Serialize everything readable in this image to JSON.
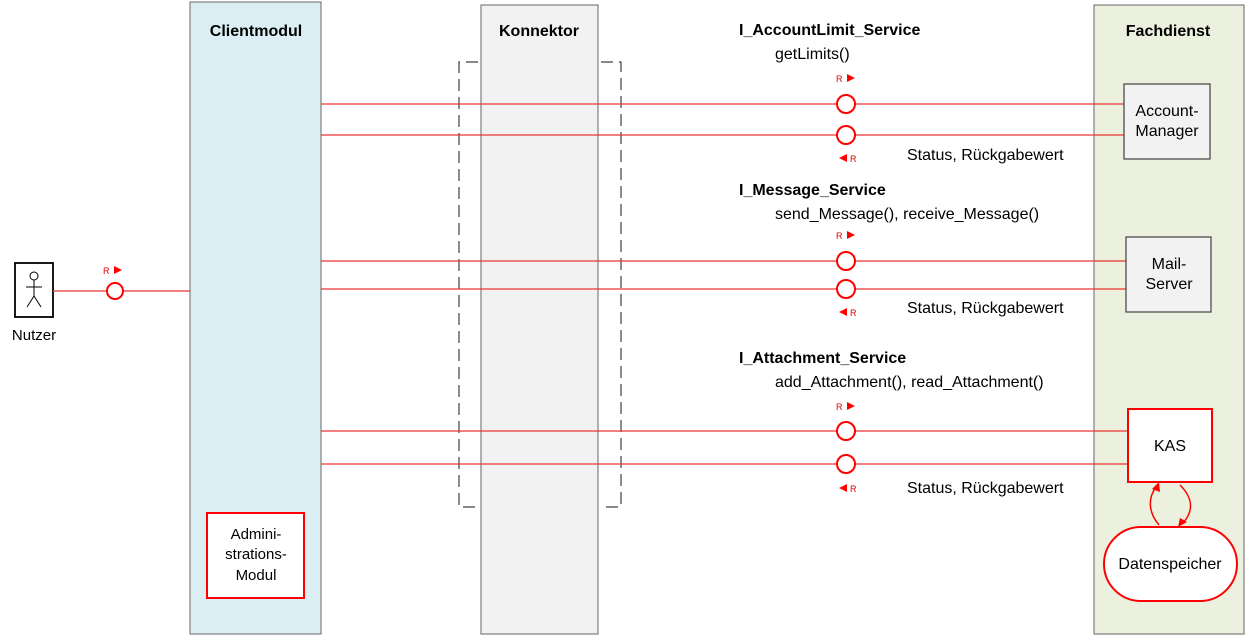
{
  "columns": {
    "clientmodul": "Clientmodul",
    "konnektor": "Konnektor",
    "fachdienst": "Fachdienst"
  },
  "actor": {
    "label": "Nutzer",
    "icon": "stick-figure-icon"
  },
  "admin_module": {
    "lines": [
      "Admini-",
      "strations-",
      "Modul"
    ]
  },
  "services": [
    {
      "title": "I_AccountLimit_Service",
      "methods": "getLimits()",
      "status": "Status, Rückgabewert"
    },
    {
      "title": "I_Message_Service",
      "methods": "send_Message(), receive_Message()",
      "status": "Status, Rückgabewert"
    },
    {
      "title": "I_Attachment_Service",
      "methods": "add_Attachment(), read_Attachment()",
      "status": "Status, Rückgabewert"
    }
  ],
  "fachdienst_boxes": {
    "account_manager": [
      "Account-",
      "Manager"
    ],
    "mail_server": [
      "Mail-",
      "Server"
    ],
    "kas": "KAS",
    "datenspeicher": "Datenspeicher"
  },
  "r_marker": "R",
  "colors": {
    "clientmodul_fill": "#daeef3",
    "konnektor_fill": "#f2f2f2",
    "fachdienst_fill": "#ebf1de",
    "accent_red": "#ff0000",
    "line_red": "#ee3333"
  }
}
